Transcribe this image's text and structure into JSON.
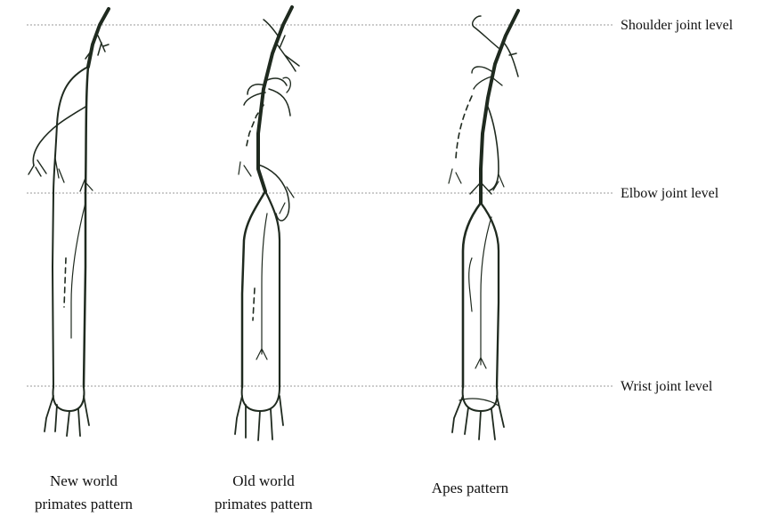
{
  "levels": {
    "shoulder": "Shoulder joint level",
    "elbow": "Elbow joint level",
    "wrist": "Wrist joint level"
  },
  "patterns": {
    "new_world": {
      "line1": "New world",
      "line2": "primates pattern"
    },
    "old_world": {
      "line1": "Old world",
      "line2": "primates pattern"
    },
    "apes": {
      "line1": "Apes pattern"
    }
  }
}
